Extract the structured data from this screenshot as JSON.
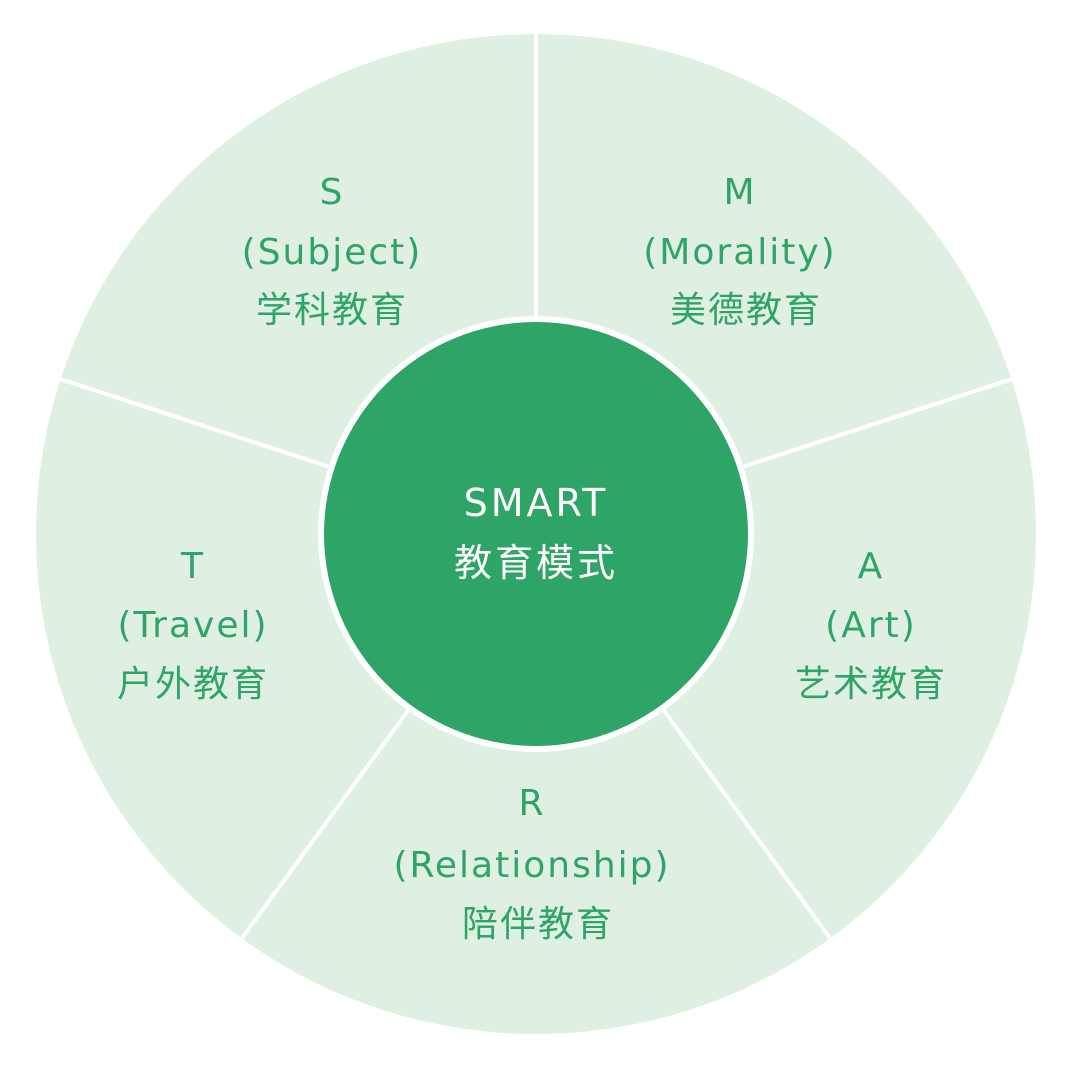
{
  "colors": {
    "ring_fill": "#dff0e3",
    "divider": "#ffffff",
    "center_fill": "#2ea466",
    "segment_text": "#2ea466",
    "center_text": "#ffffff"
  },
  "center": {
    "line1": "SMART",
    "line2": "教育模式"
  },
  "segments": [
    {
      "letter": "S",
      "english": "(Subject)",
      "chinese": "学科教育"
    },
    {
      "letter": "M",
      "english": "(Morality)",
      "chinese": "美德教育"
    },
    {
      "letter": "A",
      "english": "(Art)",
      "chinese": "艺术教育"
    },
    {
      "letter": "R",
      "english": "(Relationship)",
      "chinese": "陪伴教育"
    },
    {
      "letter": "T",
      "english": "(Travel)",
      "chinese": "户外教育"
    }
  ]
}
